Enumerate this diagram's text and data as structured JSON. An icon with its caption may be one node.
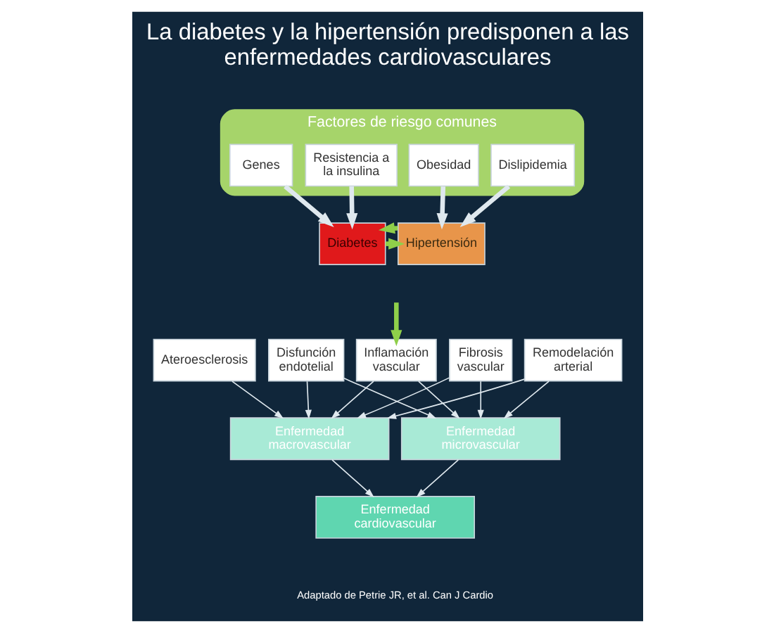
{
  "diagram": {
    "title": "La diabetes y la hipertensión predisponen a las enfermedades cardiovasculares",
    "caption": "Adaptado de Petrie JR, et al. Can J Cardio",
    "nodes": [
      {
        "text": [
          "Factores de riesgo comunes"
        ]
      },
      {
        "text": [
          "Resistencia a la insulina"
        ],
        "in": 0
      },
      {
        "text": [
          "Dislipidemia"
        ],
        "in": 0
      },
      {
        "text": [
          "Genes"
        ],
        "in": 0
      },
      {
        "text": [
          "Obesidad"
        ],
        "in": 0
      },
      {
        "text": [
          "Diabetes"
        ]
      },
      {
        "text": [
          "Hipertensión"
        ]
      },
      {
        "text": [
          "Ateroesclerosis"
        ]
      },
      {
        "text": [
          "Disfunción endotelial"
        ]
      },
      {
        "text": [
          "Inflamación vascular"
        ]
      },
      {
        "text": [
          "Fibrosis vascular"
        ]
      },
      {
        "text": [
          "Remodelación arterial"
        ]
      },
      {
        "text": [
          "Enfermedad macrovascular"
        ]
      },
      {
        "text": [
          "Enfermedad microvascular"
        ]
      },
      {
        "text": [
          "Enfermedad cardiovascular"
        ]
      }
    ],
    "edges": [
      {
        "from": 3,
        "to": 5,
        "arrow": "to",
        "style": "thick"
      },
      {
        "from": 1,
        "to": 5,
        "arrow": "to",
        "style": "thick"
      },
      {
        "from": 2,
        "to": 6,
        "arrow": "to",
        "style": "thick"
      },
      {
        "from": 4,
        "to": 6,
        "arrow": "to",
        "style": "thick"
      },
      {
        "from": 5,
        "to": 6,
        "arrow": "to",
        "style": "thick",
        "color": "#8fcf4a"
      },
      {
        "from": 6,
        "to": 5,
        "arrow": "to",
        "style": "thick",
        "color": "#8fcf4a"
      },
      {
        "from": null,
        "to": 9,
        "arrow": "to",
        "style": "thick",
        "color": "#8fcf4a"
      },
      {
        "from": 7,
        "to": 12,
        "arrow": "to"
      },
      {
        "from": 8,
        "to": 12,
        "arrow": "to"
      },
      {
        "from": 9,
        "to": 12,
        "arrow": "to"
      },
      {
        "from": 10,
        "to": 12,
        "arrow": "to"
      },
      {
        "from": 11,
        "to": 12,
        "arrow": "to"
      },
      {
        "from": 8,
        "to": 13,
        "arrow": "to"
      },
      {
        "from": 9,
        "to": 13,
        "arrow": "to"
      },
      {
        "from": 10,
        "to": 13,
        "arrow": "to"
      },
      {
        "from": 11,
        "to": 13,
        "arrow": "to"
      },
      {
        "from": 12,
        "to": 14,
        "arrow": "to"
      },
      {
        "from": 13,
        "to": 14,
        "arrow": "to"
      }
    ]
  }
}
